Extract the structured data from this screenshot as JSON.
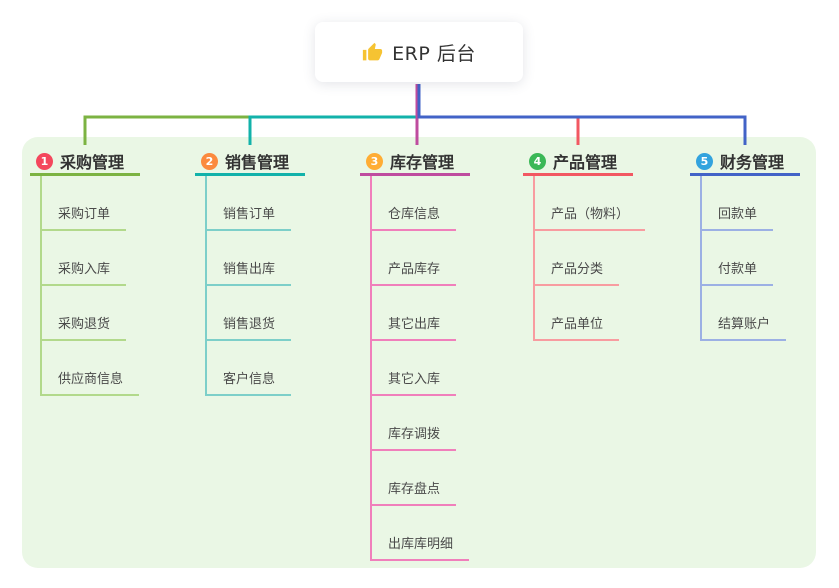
{
  "root": {
    "label": "ERP 后台",
    "icon": "thumbs-up-icon",
    "icon_color": "#F6C332",
    "connector_color": "#4A5EC8"
  },
  "panel": {
    "background": "#EAF7E5"
  },
  "branches": [
    {
      "badge": "1",
      "badge_color": "#F4475D",
      "label": "采购管理",
      "line_color": "#7CB342",
      "light_color": "#B2D98B",
      "children": [
        "采购订单",
        "采购入库",
        "采购退货",
        "供应商信息"
      ]
    },
    {
      "badge": "2",
      "badge_color": "#FB8A3E",
      "label": "销售管理",
      "line_color": "#12B2AA",
      "light_color": "#7DCFC9",
      "children": [
        "销售订单",
        "销售出库",
        "销售退货",
        "客户信息"
      ]
    },
    {
      "badge": "3",
      "badge_color": "#FFAD34",
      "label": "库存管理",
      "line_color": "#BF4C9F",
      "light_color": "#F07FBB",
      "children": [
        "仓库信息",
        "产品库存",
        "其它出库",
        "其它入库",
        "库存调拨",
        "库存盘点",
        "出库库明细"
      ]
    },
    {
      "badge": "4",
      "badge_color": "#3BB857",
      "label": "产品管理",
      "line_color": "#F25862",
      "light_color": "#F89CA0",
      "children": [
        "产品（物料）",
        "产品分类",
        "产品单位"
      ]
    },
    {
      "badge": "5",
      "badge_color": "#33A3DE",
      "label": "财务管理",
      "line_color": "#4263C7",
      "light_color": "#9CB0E4",
      "children": [
        "回款单",
        "付款单",
        "结算账户"
      ]
    }
  ]
}
